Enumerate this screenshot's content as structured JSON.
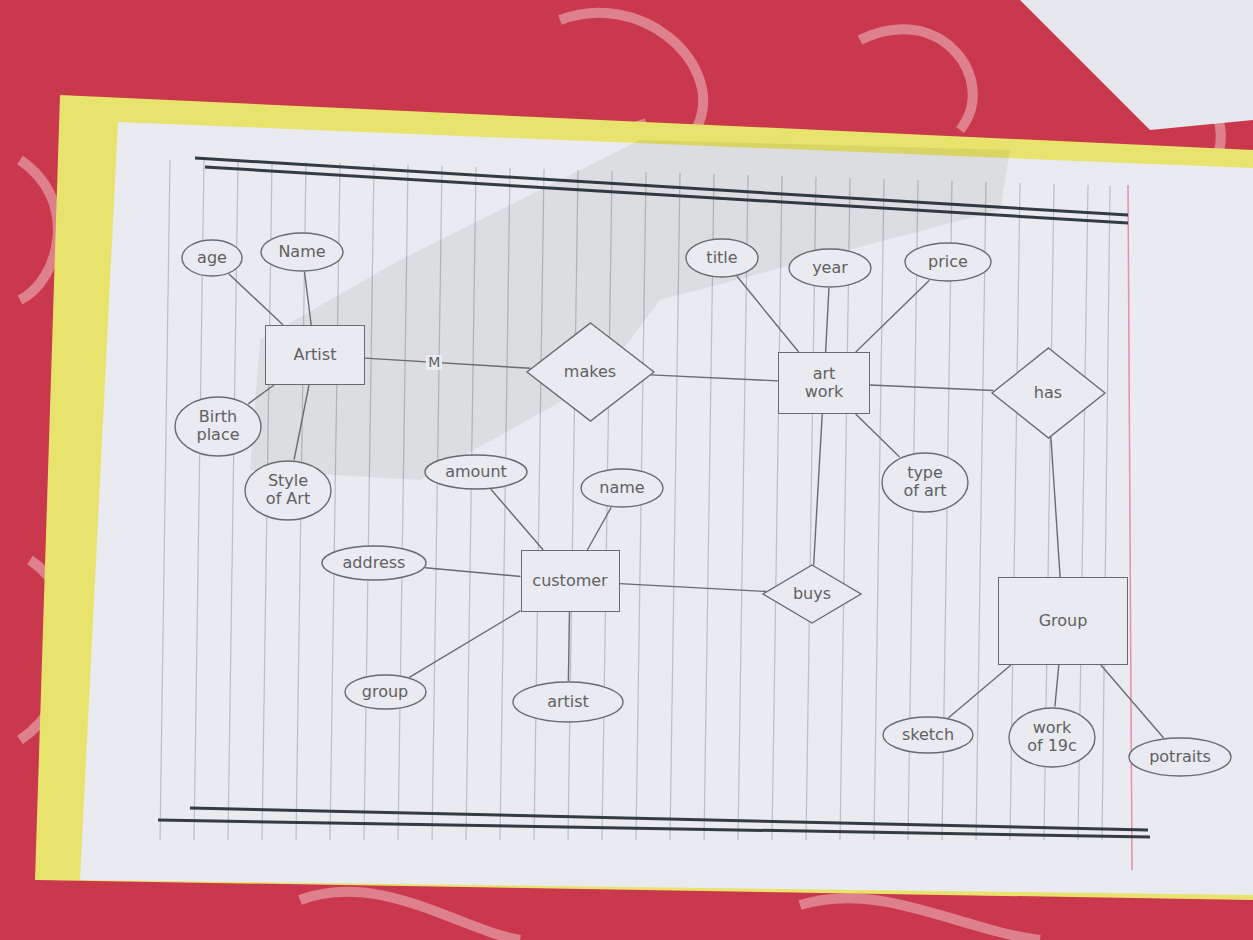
{
  "diagram": {
    "nodes": [
      {
        "text": [
          "age"
        ]
      },
      {
        "text": [
          "Name"
        ]
      },
      {
        "text": [
          "title"
        ]
      },
      {
        "text": [
          "year"
        ]
      },
      {
        "text": [
          "price"
        ]
      },
      {
        "text": [
          "Artist"
        ]
      },
      {
        "text": [
          "makes"
        ]
      },
      {
        "text": [
          "art work"
        ]
      },
      {
        "text": [
          "has"
        ]
      },
      {
        "text": [
          "Birth place"
        ]
      },
      {
        "text": [
          "type of art"
        ]
      },
      {
        "text": [
          "amount"
        ]
      },
      {
        "text": [
          "name"
        ]
      },
      {
        "text": [
          "Style of Art"
        ]
      },
      {
        "text": [
          "address"
        ]
      },
      {
        "text": [
          "customer"
        ]
      },
      {
        "text": [
          "buys"
        ]
      },
      {
        "text": [
          "Group"
        ]
      },
      {
        "text": [
          "group"
        ]
      },
      {
        "text": [
          "artist"
        ]
      },
      {
        "text": [
          "sketch"
        ]
      },
      {
        "text": [
          "work of 19c"
        ]
      },
      {
        "text": [
          "potraits"
        ]
      }
    ],
    "edges": [
      {
        "from": 0,
        "to": 5,
        "arrow": "none"
      },
      {
        "from": 1,
        "to": 5,
        "arrow": "none"
      },
      {
        "from": 9,
        "to": 5,
        "arrow": "none"
      },
      {
        "from": 13,
        "to": 5,
        "arrow": "none"
      },
      {
        "from": 5,
        "to": 6,
        "label": "M",
        "arrow": "none"
      },
      {
        "from": 6,
        "to": 7,
        "arrow": "none"
      },
      {
        "from": 2,
        "to": 7,
        "arrow": "none"
      },
      {
        "from": 3,
        "to": 7,
        "arrow": "none"
      },
      {
        "from": 4,
        "to": 7,
        "arrow": "none"
      },
      {
        "from": 10,
        "to": 7,
        "arrow": "none"
      },
      {
        "from": 7,
        "to": 8,
        "arrow": "none"
      },
      {
        "from": 8,
        "to": 17,
        "arrow": "none"
      },
      {
        "from": 7,
        "to": 16,
        "arrow": "none"
      },
      {
        "from": 15,
        "to": 16,
        "arrow": "none"
      },
      {
        "from": 11,
        "to": 15,
        "arrow": "none"
      },
      {
        "from": 12,
        "to": 15,
        "arrow": "none"
      },
      {
        "from": 14,
        "to": 15,
        "arrow": "none"
      },
      {
        "from": 18,
        "to": 15,
        "arrow": "none"
      },
      {
        "from": 19,
        "to": 15,
        "arrow": "none"
      },
      {
        "from": 17,
        "to": 20,
        "arrow": "none"
      },
      {
        "from": 17,
        "to": 21,
        "arrow": "none"
      },
      {
        "from": 17,
        "to": 22,
        "arrow": "none"
      }
    ]
  }
}
